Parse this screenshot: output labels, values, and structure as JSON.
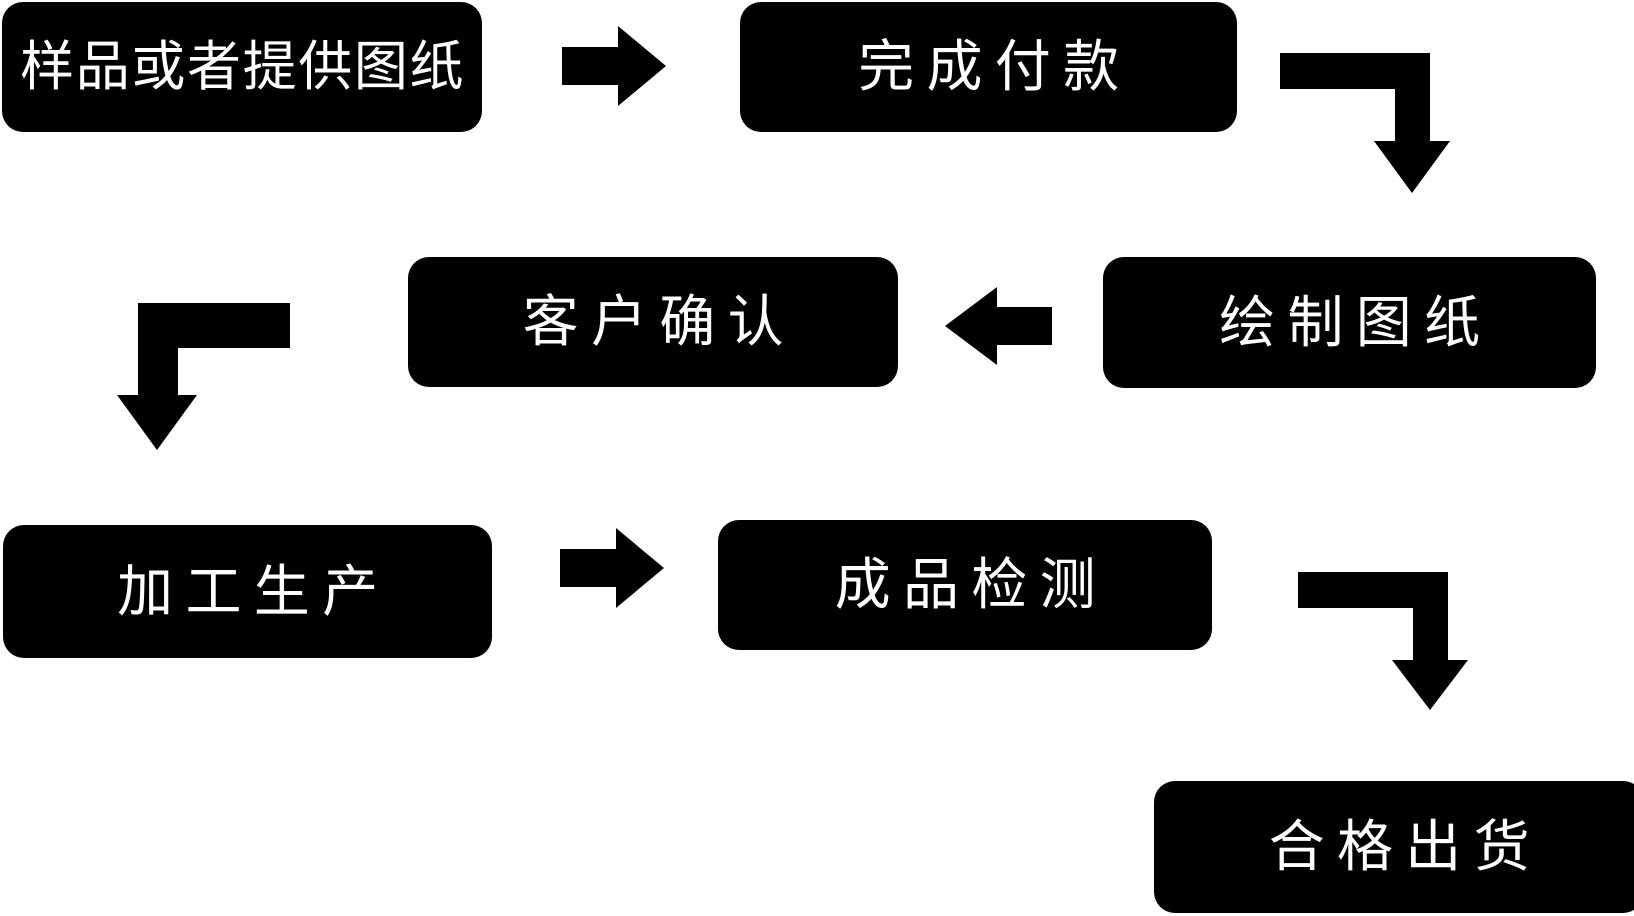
{
  "flowchart": {
    "background_color": "#ffffff",
    "node_fill_color": "#000000",
    "node_text_color": "#ffffff",
    "arrow_color": "#000000",
    "nodes": [
      {
        "id": "sample-or-drawing",
        "label": "样品或者提供图纸"
      },
      {
        "id": "payment",
        "label": "完成付款"
      },
      {
        "id": "customer-confirm",
        "label": "客户确认"
      },
      {
        "id": "draw-drawing",
        "label": "绘制图纸"
      },
      {
        "id": "production",
        "label": "加工生产"
      },
      {
        "id": "inspection",
        "label": "成品检测"
      },
      {
        "id": "shipment",
        "label": "合格出货"
      }
    ],
    "connections": [
      {
        "from": "样品或者提供图纸",
        "to": "完成付款",
        "arrow": "right"
      },
      {
        "from": "完成付款",
        "to": "绘制图纸",
        "arrow": "elbow-right-down"
      },
      {
        "from": "绘制图纸",
        "to": "客户确认",
        "arrow": "left"
      },
      {
        "from": "客户确认",
        "to": "加工生产",
        "arrow": "elbow-left-down"
      },
      {
        "from": "加工生产",
        "to": "成品检测",
        "arrow": "right"
      },
      {
        "from": "成品检测",
        "to": "合格出货",
        "arrow": "elbow-right-down"
      }
    ]
  }
}
